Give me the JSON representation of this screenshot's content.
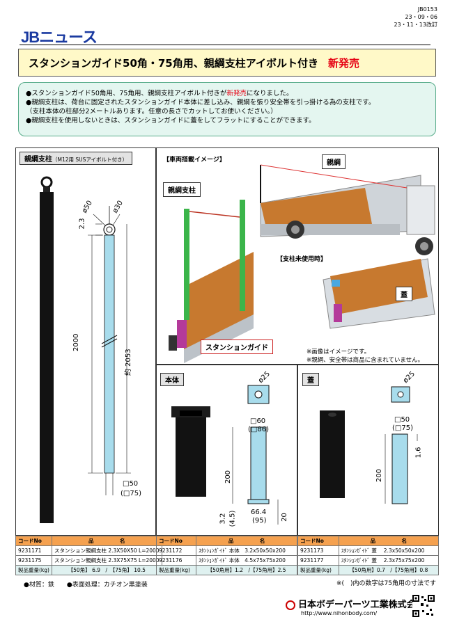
{
  "header": {
    "logo": "JBニュース",
    "doc_no": "JB0153",
    "date": "23・09・06",
    "revised": "23・11・13改訂"
  },
  "title": {
    "main": "スタンションガイド50角・75角用、親綱支柱アイボルト付き",
    "badge": "新発売"
  },
  "intro": {
    "line1_a": "●スタンションガイド50角用、75角用、親綱支柱アイボルト付きが",
    "line1_new": "新発売",
    "line1_b": "になりました。",
    "line2": "●親綱支柱は、荷台に固定されたスタンションガイド本体に差し込み、親綱を張り安全帯を引っ掛ける為の支柱です。",
    "line3": "（支柱本体の柱部分2メートルあります。任意の長さでカットしてお使いください。）",
    "line4": "●親綱支柱を使用しないときは、スタンションガイドに蓋をしてフラットにすることができます。"
  },
  "panel_post": {
    "tag": "親綱支柱",
    "tag_sub": "（M12用 SUSアイボルト付き）",
    "dims": {
      "d50": "ø50",
      "d30": "ø30",
      "d2_3": "2.3",
      "length": "2000",
      "total": "約 2053",
      "sq50": "□50",
      "sq75": "(□75)"
    }
  },
  "panel_vehicle": {
    "tag": "【車両搭載イメージ】",
    "rope": "親綱",
    "post": "親綱支柱",
    "guide": "スタンションガイド",
    "unused": "【支柱未使用時】",
    "lid": "蓋",
    "note1": "※画像はイメージです。",
    "note2": "※親綱、安全帯は商品に含まれていません。"
  },
  "panel_body": {
    "tag": "本体",
    "dims": {
      "d25": "ø25",
      "sq60": "□60",
      "sq86": "(□86)",
      "h200": "200",
      "w66": "66.4",
      "w95": "(95)",
      "t32": "3.2",
      "t45": "(4.5)",
      "h20": "20"
    }
  },
  "panel_lid": {
    "tag": "蓋",
    "dims": {
      "d25": "ø25",
      "sq50": "□50",
      "sq75": "(□75)",
      "h16": "1.6",
      "h200": "200"
    }
  },
  "tables": {
    "header": {
      "code": "コードNo",
      "name_a": "品",
      "name_b": "名"
    },
    "weight_label": "製品重量(kg)",
    "post": {
      "rows": [
        {
          "code": "9231171",
          "name": "スタンション親綱支柱 2.3X50X50 L=2000"
        },
        {
          "code": "9231175",
          "name": "スタンション親綱支柱 2.3X75X75 L=2000"
        }
      ],
      "weight": "【50角】 6.9　/　【75角】 10.5"
    },
    "body": {
      "rows": [
        {
          "code": "9231172",
          "name": "ｽﾀﾝｼｮﾝｶﾞｲﾄﾞ 本体　3.2x50x50x200"
        },
        {
          "code": "9231176",
          "name": "ｽﾀﾝｼｮﾝｶﾞｲﾄﾞ 本体　4.5x75x75x200"
        }
      ],
      "weight": "【50角用】1.2　/【75角用】2.5"
    },
    "lid": {
      "rows": [
        {
          "code": "9231173",
          "name": "ｽﾀﾝｼｮﾝｶﾞｲﾄﾞ 蓋　 2.3x50x50x200"
        },
        {
          "code": "9231177",
          "name": "ｽﾀﾝｼｮﾝｶﾞｲﾄﾞ 蓋　 2.3x75x75x200"
        }
      ],
      "weight": "【50角用】0.7　/【75角用】0.8"
    }
  },
  "footer": {
    "material": "●材質：鉄　　●表面処理：カチオン黒塗装",
    "note": "※(　)内の数字は75角用の寸法です",
    "company": "日本ボデーパーツ工業株式会社",
    "url": "http://www.nihonbody.com/"
  },
  "colors": {
    "logo": "#1a3aa0",
    "title_bg": "#fff9c8",
    "intro_bg": "#e4f6f0",
    "accent_red": "#e60012",
    "table_head": "#f5a14f",
    "pipe_blue": "#a8dcec",
    "deck_wood": "#c7792f",
    "post_green": "#3bb54a"
  }
}
